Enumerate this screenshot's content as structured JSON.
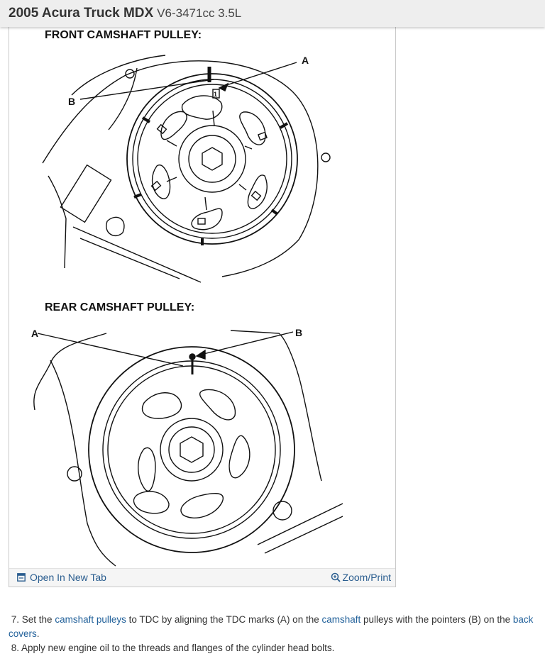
{
  "header": {
    "vehicle": "2005 Acura Truck MDX",
    "engine": "V6-3471cc 3.5L"
  },
  "diagram": {
    "front_title": "FRONT CAMSHAFT PULLEY:",
    "rear_title": "REAR CAMSHAFT PULLEY:",
    "label_a": "A",
    "label_b": "B",
    "mark_1": "1"
  },
  "figure_footer": {
    "open_tab": "Open In New Tab",
    "zoom_print": "Zoom/Print"
  },
  "steps": {
    "step7": {
      "prefix": "7. Set the ",
      "link1": "camshaft pulleys",
      "mid1": " to TDC by aligning the TDC marks (A) on the ",
      "link2": "camshaft",
      "mid2": " pulleys with the pointers (B) on the ",
      "link3": "back covers",
      "suffix": "."
    },
    "step8": "8. Apply new engine oil to the threads and flanges of the cylinder head bolts."
  }
}
